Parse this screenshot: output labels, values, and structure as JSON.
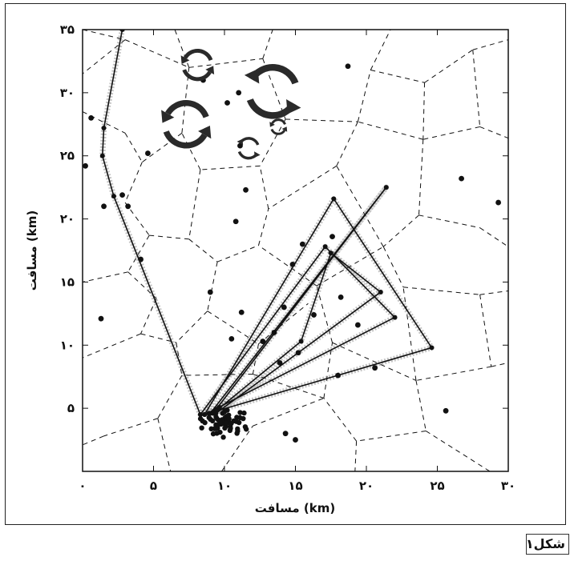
{
  "figure": {
    "caption": "شکل۱"
  },
  "chart_data": {
    "type": "scatter",
    "xlabel": "مسافت (km)",
    "ylabel": "مسافت (km)",
    "xlim": [
      0,
      30
    ],
    "ylim": [
      0,
      35
    ],
    "x_ticks": [
      {
        "value": 0,
        "label": "۰"
      },
      {
        "value": 5,
        "label": "۵"
      },
      {
        "value": 10,
        "label": "۱۰"
      },
      {
        "value": 15,
        "label": "۱۵"
      },
      {
        "value": 20,
        "label": "۲۰"
      },
      {
        "value": 25,
        "label": "۲۵"
      },
      {
        "value": 30,
        "label": "۳۰"
      }
    ],
    "y_ticks": [
      {
        "value": 5,
        "label": "۵"
      },
      {
        "value": 10,
        "label": "۱۰"
      },
      {
        "value": 15,
        "label": "۱۵"
      },
      {
        "value": 20,
        "label": "۲۰"
      },
      {
        "value": 25,
        "label": "۲۵"
      },
      {
        "value": 30,
        "label": "۳۰"
      },
      {
        "value": 35,
        "label": "۳۵"
      }
    ],
    "colors": {
      "ink": "#111111",
      "trail": "#555555"
    },
    "points": [
      [
        0.2,
        24.2
      ],
      [
        1.3,
        12.1
      ],
      [
        1.5,
        21.0
      ],
      [
        2.8,
        21.9
      ],
      [
        3.2,
        21.0
      ],
      [
        4.1,
        16.8
      ],
      [
        0.6,
        28.0
      ],
      [
        4.6,
        25.2
      ],
      [
        10.2,
        29.2
      ],
      [
        8.5,
        31.0
      ],
      [
        11.0,
        30.0
      ],
      [
        18.7,
        32.1
      ],
      [
        11.1,
        25.8
      ],
      [
        11.5,
        22.3
      ],
      [
        10.8,
        19.8
      ],
      [
        15.5,
        18.0
      ],
      [
        14.8,
        16.4
      ],
      [
        17.6,
        18.6
      ],
      [
        9.0,
        14.2
      ],
      [
        10.5,
        10.5
      ],
      [
        11.2,
        12.6
      ],
      [
        14.2,
        13.0
      ],
      [
        12.7,
        10.3
      ],
      [
        13.5,
        11.0
      ],
      [
        16.3,
        12.4
      ],
      [
        18.2,
        13.8
      ],
      [
        19.4,
        11.6
      ],
      [
        20.6,
        8.2
      ],
      [
        18.0,
        7.6
      ],
      [
        25.6,
        4.8
      ],
      [
        26.7,
        23.2
      ],
      [
        29.3,
        21.3
      ],
      [
        15.0,
        2.5
      ],
      [
        14.3,
        3.0
      ],
      [
        13.9,
        8.6
      ],
      [
        15.2,
        9.4
      ]
    ],
    "tracks": [
      [
        [
          2.8,
          35
        ],
        [
          1.5,
          27.2
        ],
        [
          1.4,
          25.0
        ],
        [
          2.2,
          21.8
        ],
        [
          8.3,
          4.5
        ]
      ],
      [
        [
          8.3,
          4.5
        ],
        [
          17.1,
          17.8
        ],
        [
          22.0,
          12.2
        ],
        [
          8.6,
          4.5
        ]
      ],
      [
        [
          8.6,
          4.5
        ],
        [
          17.7,
          21.6
        ],
        [
          24.6,
          9.8
        ],
        [
          8.9,
          4.6
        ]
      ],
      [
        [
          9.0,
          4.6
        ],
        [
          21.4,
          22.5
        ],
        [
          9.2,
          4.6
        ]
      ],
      [
        [
          9.2,
          4.6
        ],
        [
          15.4,
          10.3
        ],
        [
          17.5,
          17.3
        ],
        [
          21.0,
          14.2
        ],
        [
          9.4,
          4.6
        ]
      ]
    ],
    "voronoi_edges": [
      [
        [
          0.0,
          28.5
        ],
        [
          3.0,
          26.8
        ]
      ],
      [
        [
          3.0,
          26.8
        ],
        [
          4.2,
          24.5
        ]
      ],
      [
        [
          4.2,
          24.5
        ],
        [
          3.0,
          21.3
        ]
      ],
      [
        [
          3.0,
          21.3
        ],
        [
          4.7,
          18.7
        ]
      ],
      [
        [
          4.7,
          18.7
        ],
        [
          3.2,
          15.8
        ]
      ],
      [
        [
          3.2,
          15.8
        ],
        [
          0.0,
          15.0
        ]
      ],
      [
        [
          3.2,
          15.8
        ],
        [
          5.2,
          13.7
        ]
      ],
      [
        [
          5.2,
          13.7
        ],
        [
          4.1,
          10.9
        ]
      ],
      [
        [
          4.1,
          10.9
        ],
        [
          0.0,
          9.0
        ]
      ],
      [
        [
          4.1,
          10.9
        ],
        [
          6.6,
          10.2
        ]
      ],
      [
        [
          6.6,
          10.2
        ],
        [
          7.0,
          7.6
        ]
      ],
      [
        [
          7.0,
          7.6
        ],
        [
          5.3,
          4.2
        ]
      ],
      [
        [
          5.3,
          4.2
        ],
        [
          1.5,
          2.8
        ]
      ],
      [
        [
          1.5,
          2.8
        ],
        [
          0.0,
          2.1
        ]
      ],
      [
        [
          5.3,
          4.2
        ],
        [
          6.2,
          0.0
        ]
      ],
      [
        [
          4.7,
          18.7
        ],
        [
          7.5,
          18.4
        ]
      ],
      [
        [
          7.5,
          18.4
        ],
        [
          9.5,
          16.6
        ]
      ],
      [
        [
          9.5,
          16.6
        ],
        [
          8.8,
          12.7
        ]
      ],
      [
        [
          8.8,
          12.7
        ],
        [
          6.6,
          10.2
        ]
      ],
      [
        [
          9.5,
          16.6
        ],
        [
          12.4,
          17.9
        ]
      ],
      [
        [
          12.4,
          17.9
        ],
        [
          13.1,
          20.8
        ]
      ],
      [
        [
          13.1,
          20.8
        ],
        [
          12.5,
          24.2
        ]
      ],
      [
        [
          12.5,
          24.2
        ],
        [
          8.3,
          23.9
        ]
      ],
      [
        [
          8.3,
          23.9
        ],
        [
          7.5,
          18.4
        ]
      ],
      [
        [
          8.3,
          23.9
        ],
        [
          7.0,
          26.8
        ]
      ],
      [
        [
          7.0,
          26.8
        ],
        [
          4.2,
          24.5
        ]
      ],
      [
        [
          7.0,
          26.8
        ],
        [
          7.5,
          32.0
        ]
      ],
      [
        [
          7.5,
          32.0
        ],
        [
          6.5,
          35.0
        ]
      ],
      [
        [
          7.5,
          32.0
        ],
        [
          12.7,
          32.7
        ]
      ],
      [
        [
          12.7,
          32.7
        ],
        [
          13.4,
          35.0
        ]
      ],
      [
        [
          12.7,
          32.7
        ],
        [
          14.3,
          27.9
        ]
      ],
      [
        [
          14.3,
          27.9
        ],
        [
          12.5,
          24.2
        ]
      ],
      [
        [
          14.3,
          27.9
        ],
        [
          19.4,
          27.7
        ]
      ],
      [
        [
          19.4,
          27.7
        ],
        [
          20.3,
          31.8
        ]
      ],
      [
        [
          20.3,
          31.8
        ],
        [
          21.7,
          35.0
        ]
      ],
      [
        [
          20.3,
          31.8
        ],
        [
          24.1,
          30.8
        ]
      ],
      [
        [
          24.1,
          30.8
        ],
        [
          24.0,
          26.3
        ]
      ],
      [
        [
          24.0,
          26.3
        ],
        [
          19.4,
          27.7
        ]
      ],
      [
        [
          24.1,
          30.8
        ],
        [
          27.5,
          33.4
        ]
      ],
      [
        [
          27.5,
          33.4
        ],
        [
          30.0,
          34.2
        ]
      ],
      [
        [
          27.5,
          33.4
        ],
        [
          28.0,
          27.3
        ]
      ],
      [
        [
          28.0,
          27.3
        ],
        [
          24.0,
          26.3
        ]
      ],
      [
        [
          28.0,
          27.3
        ],
        [
          30.0,
          26.4
        ]
      ],
      [
        [
          24.0,
          26.3
        ],
        [
          23.7,
          20.3
        ]
      ],
      [
        [
          23.7,
          20.3
        ],
        [
          28.0,
          19.3
        ]
      ],
      [
        [
          28.0,
          19.3
        ],
        [
          30.0,
          17.8
        ]
      ],
      [
        [
          23.7,
          20.3
        ],
        [
          21.2,
          17.8
        ]
      ],
      [
        [
          21.2,
          17.8
        ],
        [
          17.9,
          24.2
        ]
      ],
      [
        [
          17.9,
          24.2
        ],
        [
          19.4,
          27.7
        ]
      ],
      [
        [
          17.9,
          24.2
        ],
        [
          13.1,
          20.8
        ]
      ],
      [
        [
          21.2,
          17.8
        ],
        [
          22.6,
          14.6
        ]
      ],
      [
        [
          22.6,
          14.6
        ],
        [
          28.0,
          14.0
        ]
      ],
      [
        [
          28.0,
          14.0
        ],
        [
          30.0,
          14.3
        ]
      ],
      [
        [
          28.0,
          14.0
        ],
        [
          28.8,
          8.3
        ]
      ],
      [
        [
          28.8,
          8.3
        ],
        [
          30.0,
          8.6
        ]
      ],
      [
        [
          28.8,
          8.3
        ],
        [
          23.5,
          7.2
        ]
      ],
      [
        [
          23.5,
          7.2
        ],
        [
          22.6,
          14.6
        ]
      ],
      [
        [
          23.5,
          7.2
        ],
        [
          24.2,
          3.2
        ]
      ],
      [
        [
          24.2,
          3.2
        ],
        [
          28.7,
          0.0
        ]
      ],
      [
        [
          24.2,
          3.2
        ],
        [
          19.3,
          2.4
        ]
      ],
      [
        [
          19.3,
          2.4
        ],
        [
          19.2,
          0.0
        ]
      ],
      [
        [
          19.3,
          2.4
        ],
        [
          17.0,
          5.8
        ]
      ],
      [
        [
          17.0,
          5.8
        ],
        [
          17.6,
          10.2
        ]
      ],
      [
        [
          17.6,
          10.2
        ],
        [
          23.5,
          7.2
        ]
      ],
      [
        [
          17.6,
          10.2
        ],
        [
          16.5,
          14.7
        ]
      ],
      [
        [
          16.5,
          14.7
        ],
        [
          12.4,
          17.9
        ]
      ],
      [
        [
          16.5,
          14.7
        ],
        [
          21.2,
          17.8
        ]
      ],
      [
        [
          8.8,
          12.7
        ],
        [
          12.4,
          10.1
        ]
      ],
      [
        [
          12.4,
          10.1
        ],
        [
          15.9,
          13.3
        ]
      ],
      [
        [
          12.4,
          10.1
        ],
        [
          12.0,
          7.7
        ]
      ],
      [
        [
          12.0,
          7.7
        ],
        [
          17.0,
          5.8
        ]
      ],
      [
        [
          12.0,
          7.7
        ],
        [
          7.0,
          7.6
        ]
      ],
      [
        [
          9.8,
          0.0
        ],
        [
          12.0,
          3.6
        ]
      ],
      [
        [
          12.0,
          3.6
        ],
        [
          17.0,
          5.8
        ]
      ],
      [
        [
          0.0,
          35.0
        ],
        [
          3.0,
          34.2
        ]
      ],
      [
        [
          3.0,
          34.2
        ],
        [
          0.0,
          31.5
        ]
      ],
      [
        [
          3.0,
          34.2
        ],
        [
          7.5,
          32.0
        ]
      ]
    ],
    "rotation_symbols": [
      {
        "x": 8.1,
        "y": 32.2,
        "r": 1.0,
        "direction": "ccw"
      },
      {
        "x": 13.4,
        "y": 30.1,
        "r": 1.7,
        "direction": "cw"
      },
      {
        "x": 7.3,
        "y": 27.5,
        "r": 1.5,
        "direction": "ccw"
      },
      {
        "x": 11.7,
        "y": 25.6,
        "r": 0.7,
        "direction": "cw"
      },
      {
        "x": 13.8,
        "y": 27.3,
        "r": 0.5,
        "direction": "ccw"
      }
    ]
  }
}
